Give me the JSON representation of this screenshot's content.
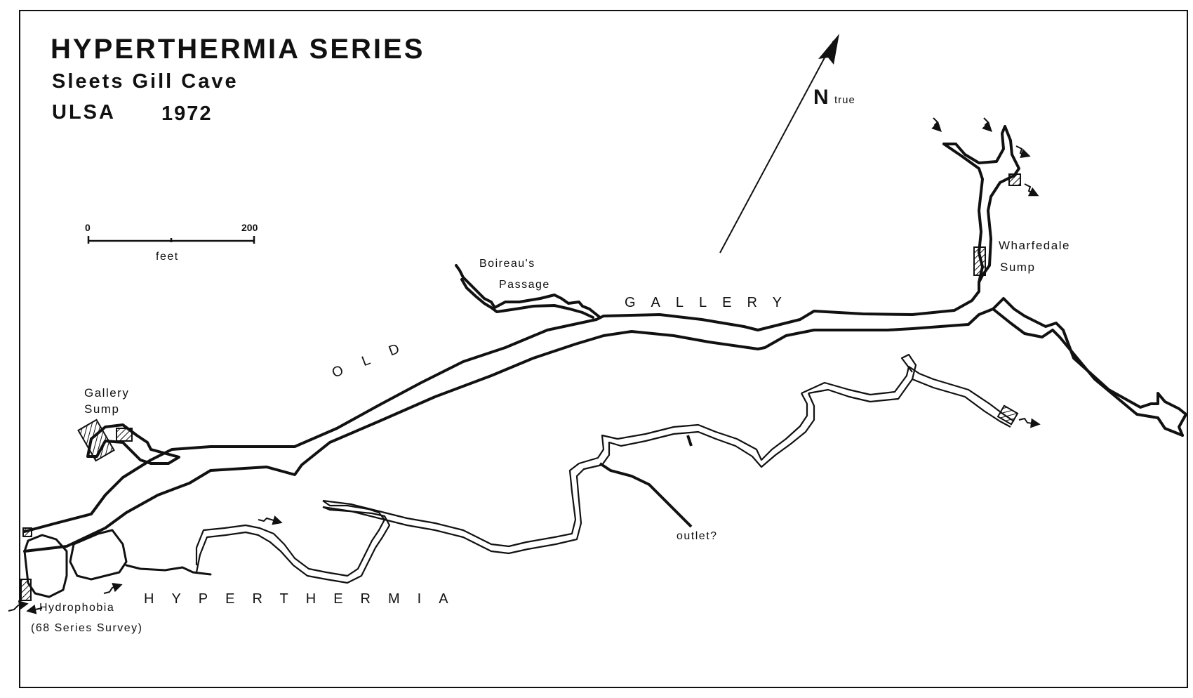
{
  "title": "HYPERTHERMIA SERIES",
  "subtitle": "Sleets Gill Cave",
  "survey_org": "ULSA",
  "survey_year": "1972",
  "scale_bar": {
    "start_label": "0",
    "end_label": "200",
    "unit_label": "feet"
  },
  "north_arrow": {
    "label": "N",
    "sub_label": "true"
  },
  "labels": {
    "gallery_sump_1": "Gallery",
    "gallery_sump_2": "Sump",
    "boireau_1": "Boireau's",
    "boireau_2": "Passage",
    "old": "OLD",
    "gallery": "GALLERY",
    "wharfedale_1": "Wharfedale",
    "wharfedale_2": "Sump",
    "outlet": "outlet?",
    "hyperthermia": "HYPERTHERMIA",
    "hydrophobia": "Hydrophobia",
    "series_survey": "(68 Series Survey)"
  },
  "icons": [
    "north-arrow-icon",
    "water-flow-arrow-icon",
    "sump-hatch-icon"
  ]
}
